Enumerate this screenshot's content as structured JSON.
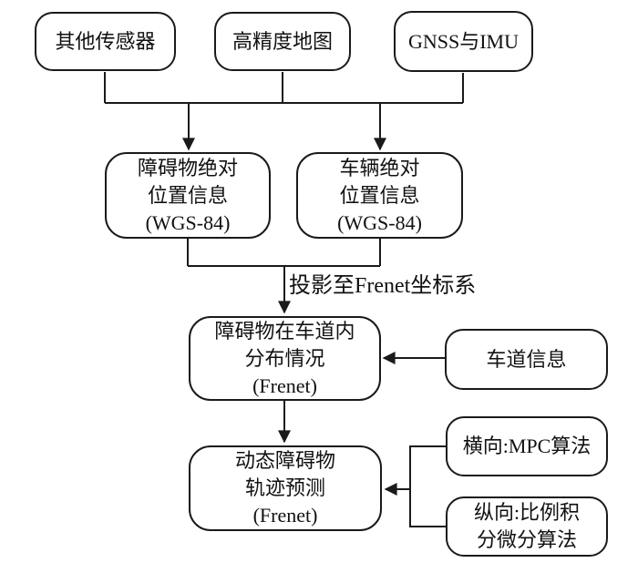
{
  "diagram": {
    "type": "flowchart",
    "colors": {
      "stroke": "#1a1a1a",
      "text": "#111111",
      "background": "#ffffff"
    },
    "nodes": {
      "other_sensors": {
        "label": "其他传感器"
      },
      "hd_map": {
        "label": "高精度地图"
      },
      "gnss_imu": {
        "label": "GNSS与IMU"
      },
      "obstacle_position": {
        "lines": [
          "障碍物绝对",
          "位置信息",
          "(WGS-84)"
        ]
      },
      "vehicle_position": {
        "lines": [
          "车辆绝对",
          "位置信息",
          "(WGS-84)"
        ]
      },
      "obstacle_lane_distribution": {
        "lines": [
          "障碍物在车道内",
          "分布情况",
          "(Frenet)"
        ]
      },
      "lane_info": {
        "label": "车道信息"
      },
      "dynamic_obstacle_prediction": {
        "lines": [
          "动态障碍物",
          "轨迹预测",
          "(Frenet)"
        ]
      },
      "lateral_mpc": {
        "label": "横向:MPC算法"
      },
      "longitudinal_pid": {
        "lines": [
          "纵向:比例积",
          "分微分算法"
        ]
      }
    },
    "edge_labels": {
      "projection": "投影至Frenet坐标系"
    }
  }
}
